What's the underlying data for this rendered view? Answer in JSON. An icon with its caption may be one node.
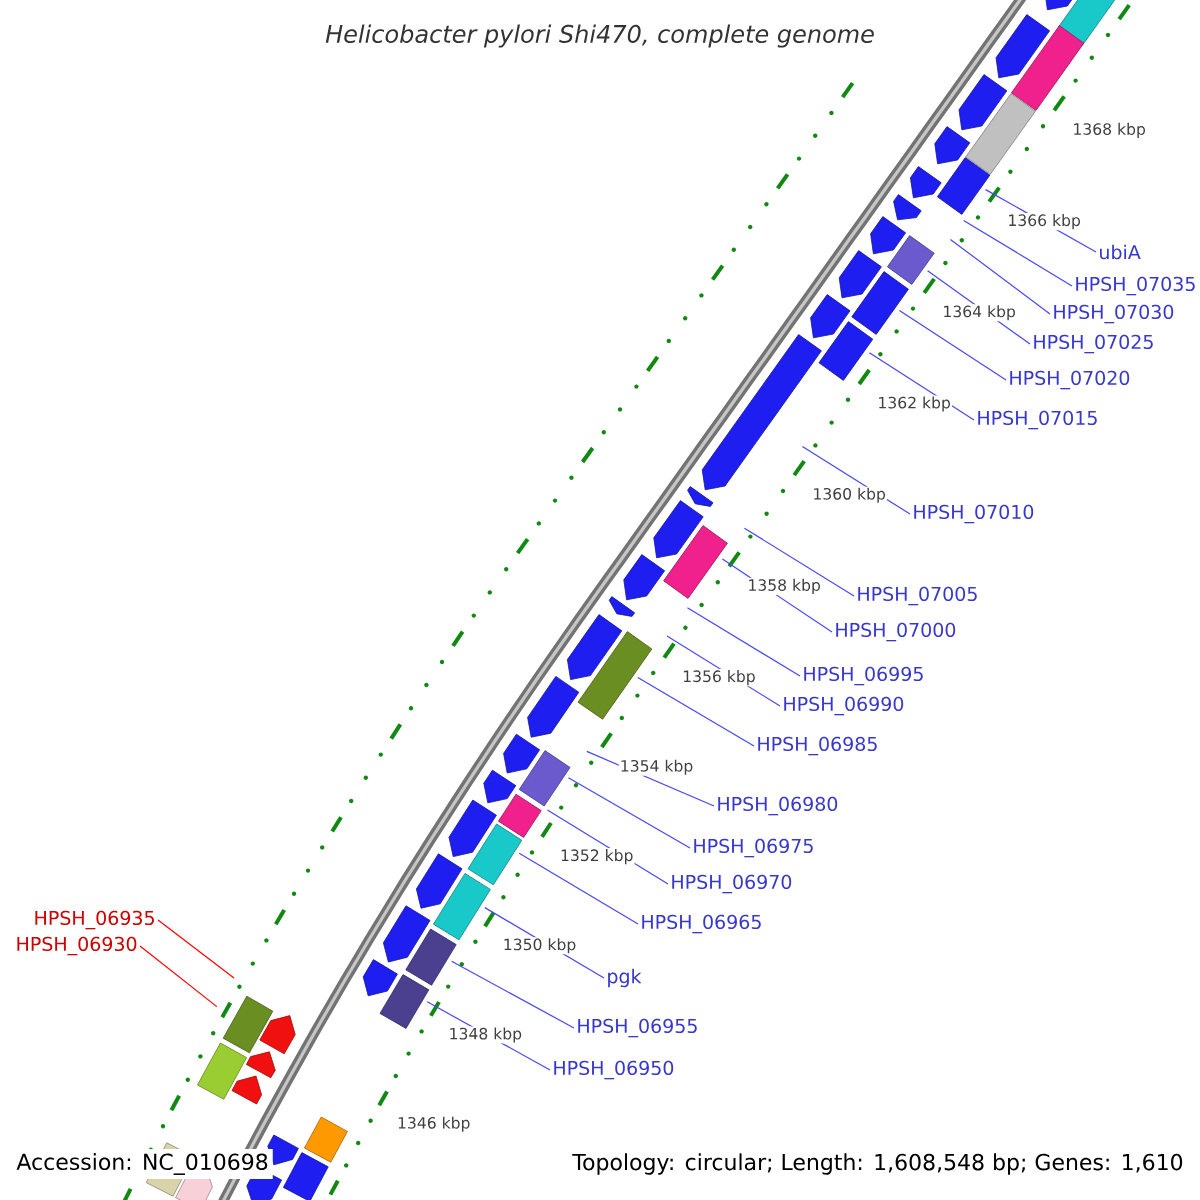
{
  "diagram": {
    "title": "Helicobacter pylori Shi470, complete genome",
    "nodes": [
      {
        "text": [
          "ubiA"
        ]
      },
      {
        "text": [
          "HPSH_07035"
        ]
      },
      {
        "text": [
          "HPSH_07030"
        ]
      },
      {
        "text": [
          "HPSH_07025"
        ]
      },
      {
        "text": [
          "HPSH_07020"
        ]
      },
      {
        "text": [
          "HPSH_07015"
        ]
      },
      {
        "text": [
          "HPSH_07010"
        ]
      },
      {
        "text": [
          "HPSH_07005"
        ]
      },
      {
        "text": [
          "HPSH_07000"
        ]
      },
      {
        "text": [
          "HPSH_06995"
        ]
      },
      {
        "text": [
          "HPSH_06990"
        ]
      },
      {
        "text": [
          "HPSH_06985"
        ]
      },
      {
        "text": [
          "HPSH_06980"
        ]
      },
      {
        "text": [
          "HPSH_06975"
        ]
      },
      {
        "text": [
          "HPSH_06970"
        ]
      },
      {
        "text": [
          "HPSH_06965"
        ]
      },
      {
        "text": [
          "pgk"
        ]
      },
      {
        "text": [
          "HPSH_06955"
        ]
      },
      {
        "text": [
          "HPSH_06950"
        ]
      },
      {
        "text": [
          "HPSH_06935"
        ]
      },
      {
        "text": [
          "HPSH_06930"
        ]
      }
    ],
    "edges": [
      {
        "from": 0,
        "to": null,
        "arrow": "none"
      },
      {
        "from": 1,
        "to": null,
        "arrow": "none"
      },
      {
        "from": 2,
        "to": null,
        "arrow": "none"
      },
      {
        "from": 3,
        "to": null,
        "arrow": "none"
      },
      {
        "from": 4,
        "to": null,
        "arrow": "none"
      },
      {
        "from": 5,
        "to": null,
        "arrow": "none"
      },
      {
        "from": 6,
        "to": null,
        "arrow": "none"
      },
      {
        "from": 7,
        "to": null,
        "arrow": "none"
      },
      {
        "from": 8,
        "to": null,
        "arrow": "none"
      },
      {
        "from": 9,
        "to": null,
        "arrow": "none"
      },
      {
        "from": 10,
        "to": null,
        "arrow": "none"
      },
      {
        "from": 11,
        "to": null,
        "arrow": "none"
      },
      {
        "from": 12,
        "to": null,
        "arrow": "none"
      },
      {
        "from": 13,
        "to": null,
        "arrow": "none"
      },
      {
        "from": 14,
        "to": null,
        "arrow": "none"
      },
      {
        "from": 15,
        "to": null,
        "arrow": "none"
      },
      {
        "from": 16,
        "to": null,
        "arrow": "none"
      },
      {
        "from": 17,
        "to": null,
        "arrow": "none"
      },
      {
        "from": 18,
        "to": null,
        "arrow": "none"
      },
      {
        "from": 19,
        "to": null,
        "arrow": "none",
        "color": "#ff0000"
      },
      {
        "from": 20,
        "to": null,
        "arrow": "none",
        "color": "#ff0000"
      }
    ],
    "labels": [
      "1368 kbp",
      "1366 kbp",
      "1364 kbp",
      "1362 kbp",
      "1360 kbp",
      "1358 kbp",
      "1356 kbp",
      "1354 kbp",
      "1352 kbp",
      "1350 kbp",
      "1348 kbp",
      "1346 kbp",
      "Accession: NC_010698",
      "Topology: circular; Length: 1,608,548 bp; Genes: 1,610"
    ]
  }
}
